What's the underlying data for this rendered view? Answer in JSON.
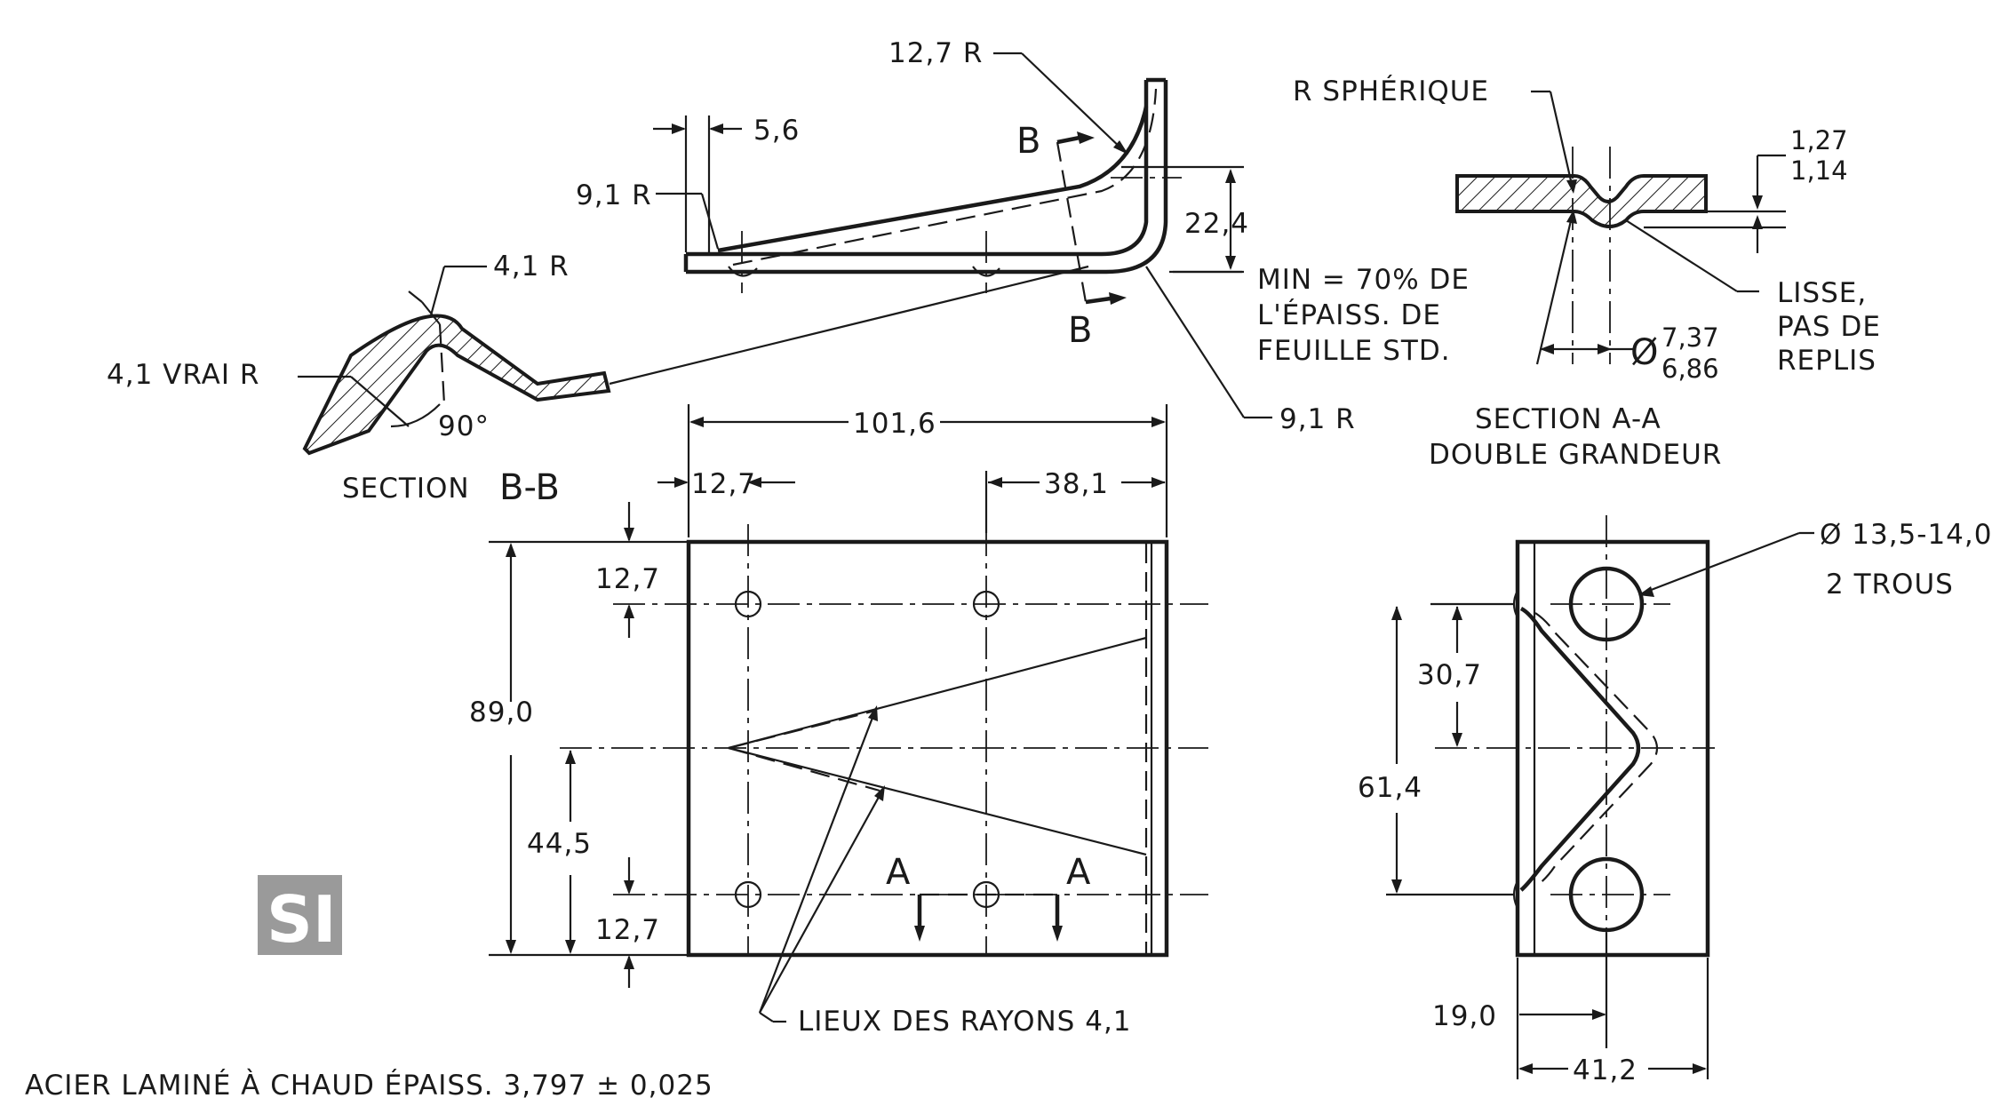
{
  "section_bb": {
    "title": "SECTION",
    "letters": "B-B",
    "radius_top": "4,1 R",
    "radius_true": "4,1 VRAI R",
    "angle": "90°"
  },
  "side_view": {
    "r_top": "12,7 R",
    "r_left": "9,1 R",
    "r_bottom": "9,1 R",
    "offset": "5,6",
    "height": "22,4",
    "cut_label_top": "B",
    "cut_label_bottom": "B",
    "min_note": [
      "MIN = 70% DE",
      "L'ÉPAISS. DE",
      "FEUILLE STD."
    ]
  },
  "section_aa": {
    "spherical": "R SPHÉRIQUE",
    "tol_upper": "1,27",
    "tol_lower": "1,14",
    "smooth_note": [
      "LISSE,",
      "PAS DE",
      "REPLIS"
    ],
    "dia_symbol": "Ø",
    "dia_upper": "7,37",
    "dia_lower": "6,86",
    "title": "SECTION A-A",
    "subtitle": "DOUBLE GRANDEUR"
  },
  "top_view": {
    "width": "101,6",
    "left_offset": "12,7",
    "right_offset": "38,1",
    "height": "89,0",
    "top_offset": "12,7",
    "mid_height": "44,5",
    "bottom_offset": "12,7",
    "cut_label_left": "A",
    "cut_label_right": "A",
    "radii_note": "LIEUX DES RAYONS 4,1"
  },
  "end_view": {
    "holes": "Ø 13,5-14,0",
    "holes_count": "2 TROUS",
    "pitch_half": "30,7",
    "pitch": "61,4",
    "flange": "19,0",
    "width": "41,2"
  },
  "si_logo": "SI",
  "material_note": "ACIER LAMINÉ À CHAUD ÉPAISS.  3,797 ± 0,025"
}
